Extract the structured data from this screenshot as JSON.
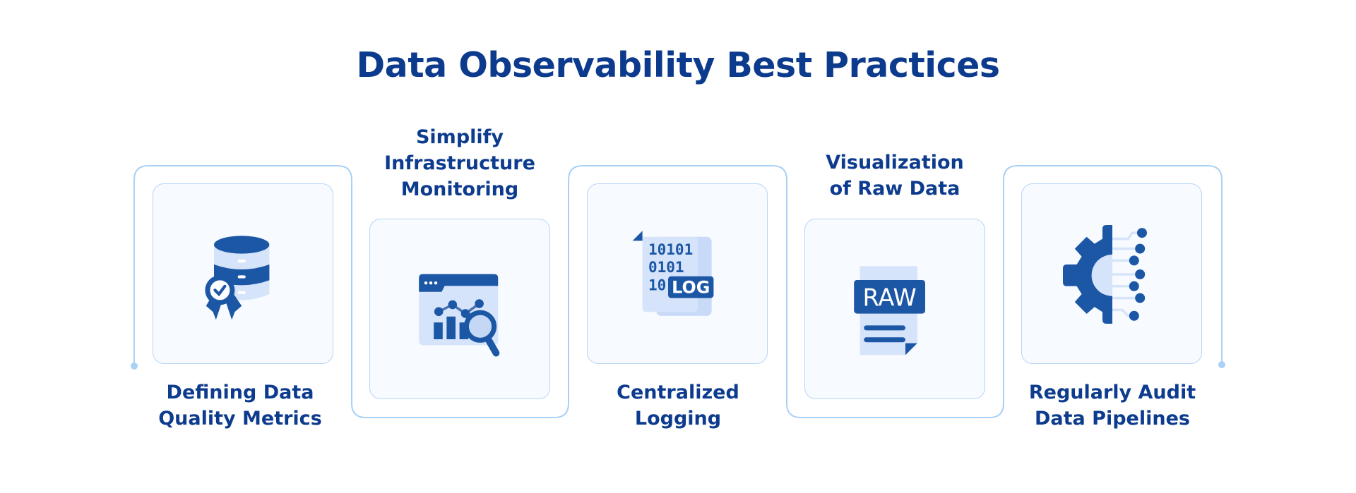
{
  "title": "Data Observability Best Practices",
  "colors": {
    "title": "#0c3a8d",
    "icon_dark": "#1c57a5",
    "icon_light": "#d6e4fb",
    "frame": "#a9d1f5"
  },
  "steps": [
    {
      "label_line1": "Defining Data",
      "label_line2": "Quality Metrics",
      "icon": "database-badge-icon"
    },
    {
      "label_line1": "Simplify",
      "label_line2": "Infrastructure",
      "label_line3": "Monitoring",
      "icon": "monitoring-chart-magnifier-icon"
    },
    {
      "label_line1": "Centralized",
      "label_line2": "Logging",
      "icon": "log-file-icon",
      "icon_text1": "10101",
      "icon_text2": "0101",
      "icon_text3": "10",
      "icon_badge": "LOG"
    },
    {
      "label_line1": "Visualization",
      "label_line2": "of Raw Data",
      "icon": "raw-file-icon",
      "icon_badge": "RAW"
    },
    {
      "label_line1": "Regularly Audit",
      "label_line2": "Data Pipelines",
      "icon": "gear-circuit-icon"
    }
  ]
}
